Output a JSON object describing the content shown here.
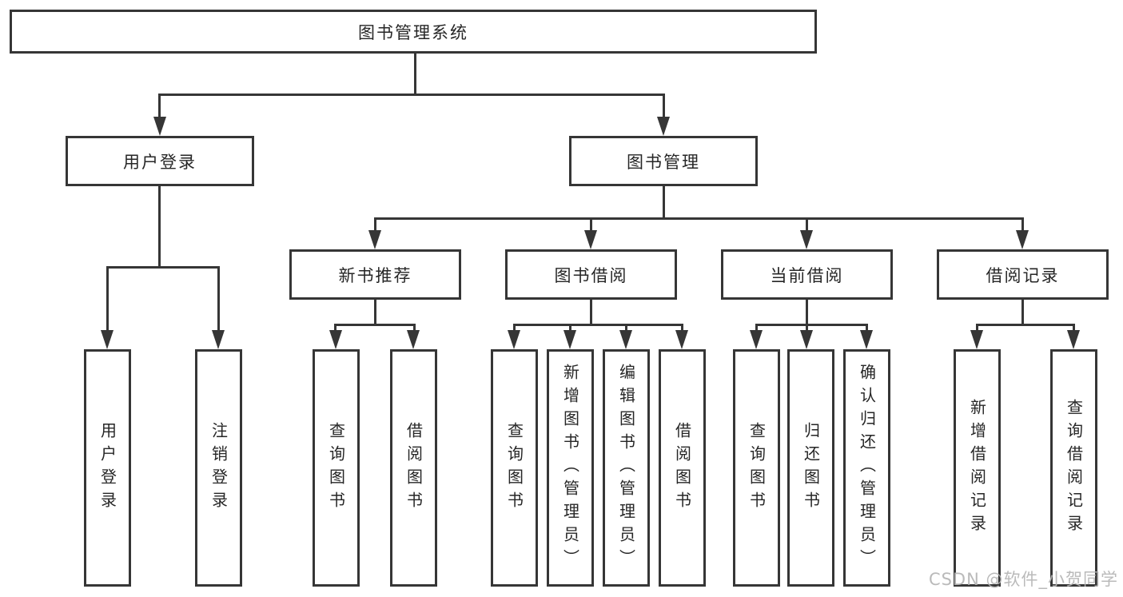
{
  "diagram": {
    "type": "hierarchy-tree",
    "root": {
      "label": "图书管理系统",
      "children": [
        {
          "label": "用户登录",
          "children": [
            {
              "label": "用户登录"
            },
            {
              "label": "注销登录"
            }
          ]
        },
        {
          "label": "图书管理",
          "children": [
            {
              "label": "新书推荐",
              "children": [
                {
                  "label": "查询图书"
                },
                {
                  "label": "借阅图书"
                }
              ]
            },
            {
              "label": "图书借阅",
              "children": [
                {
                  "label": "查询图书"
                },
                {
                  "label": "新增图书（管理员）"
                },
                {
                  "label": "编辑图书（管理员）"
                },
                {
                  "label": "借阅图书"
                }
              ]
            },
            {
              "label": "当前借阅",
              "children": [
                {
                  "label": "查询图书"
                },
                {
                  "label": "归还图书"
                },
                {
                  "label": "确认归还（管理员）"
                }
              ]
            },
            {
              "label": "借阅记录",
              "children": [
                {
                  "label": "新增借阅记录"
                },
                {
                  "label": "查询借阅记录"
                }
              ]
            }
          ]
        }
      ]
    }
  },
  "watermark": {
    "text": "CSDN @软件_小贺同学"
  },
  "colors": {
    "line": "#363636",
    "text": "#262626",
    "background": "#ffffff",
    "watermark": "#b5b5b5"
  }
}
